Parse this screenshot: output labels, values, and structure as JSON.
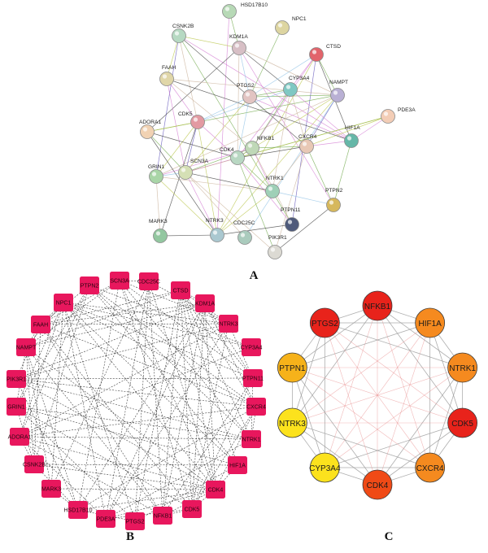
{
  "panel_labels": {
    "a": "A",
    "b": "B",
    "c": "C"
  },
  "colors": {
    "panel_b_node": "#e8175d",
    "panel_c_top": "#e8231b",
    "panel_c_high": "#f04a16",
    "panel_c_mid": "#f58a1f",
    "panel_c_low": "#f6b21a",
    "panel_c_lowest": "#fce21d"
  },
  "panel_a": {
    "nodes": [
      "HSD17B10",
      "NPC1",
      "CSNK2B",
      "KDM1A",
      "CTSD",
      "FAAH",
      "NAMPT",
      "PTGS2",
      "CYP3A4",
      "PDE3A",
      "CDK5",
      "ADORA1",
      "NFKB1",
      "CXCR4",
      "HIF1A",
      "CDK4",
      "SCN3A",
      "GRIN1",
      "NTRK1",
      "PTPN2",
      "PTPN11",
      "MARK3",
      "NTRK3",
      "CDC25C",
      "PIK3R1"
    ]
  },
  "panel_b": {
    "nodes": [
      "SCN3A",
      "CDC25C",
      "PTPN2",
      "CTSD",
      "NPC1",
      "KDM1A",
      "FAAH",
      "NTRK3",
      "NAMPT",
      "CYP3A4",
      "PIK3R1",
      "PTPN11",
      "GRIN1",
      "CXCR4",
      "ADORA1",
      "NTRK1",
      "CSNK2B",
      "HIF1A",
      "MARK3",
      "CDK4",
      "HSD17B10",
      "CDK5",
      "PDE3A",
      "NFKB1",
      "PTGS2"
    ]
  },
  "panel_c": {
    "nodes": [
      {
        "label": "NFKB1",
        "rank": "top"
      },
      {
        "label": "HIF1A",
        "rank": "mid"
      },
      {
        "label": "NTRK1",
        "rank": "mid"
      },
      {
        "label": "CDK5",
        "rank": "top"
      },
      {
        "label": "CXCR4",
        "rank": "mid"
      },
      {
        "label": "CDK4",
        "rank": "high"
      },
      {
        "label": "CYP3A4",
        "rank": "lowest"
      },
      {
        "label": "NTRK3",
        "rank": "lowest"
      },
      {
        "label": "PTPN1",
        "rank": "low"
      },
      {
        "label": "PTGS2",
        "rank": "top"
      }
    ]
  }
}
